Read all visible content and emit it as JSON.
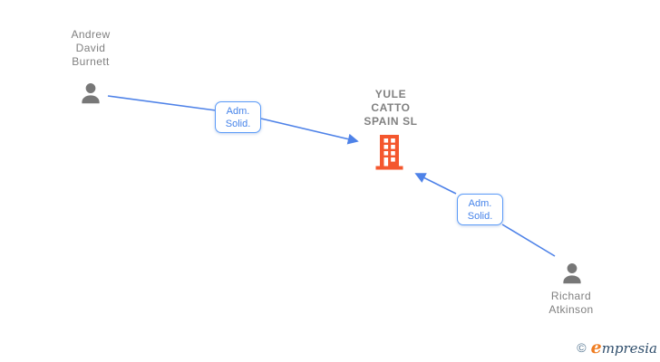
{
  "colors": {
    "node_text": "#808080",
    "person_icon": "#777777",
    "company_icon": "#f4572e",
    "edge_line": "#4e82e8",
    "edge_label_border": "#5b9bf8",
    "edge_label_text": "#4583ea",
    "logo_copyright": "#5b7b95",
    "logo_e": "#ef7d22",
    "logo_rest": "#2e4d6b"
  },
  "diagram": {
    "nodes": [
      {
        "id": "person-andrew",
        "type": "person",
        "lines": [
          "Andrew",
          "David",
          "Burnett"
        ]
      },
      {
        "id": "company-yule-catto",
        "type": "company",
        "lines": [
          "YULE",
          "CATTO",
          "SPAIN SL"
        ]
      },
      {
        "id": "person-richard",
        "type": "person",
        "lines": [
          "Richard",
          "Atkinson"
        ]
      }
    ],
    "edges": [
      {
        "from": "person-andrew",
        "to": "company-yule-catto",
        "label_lines": [
          "Adm.",
          "Solid."
        ]
      },
      {
        "from": "person-richard",
        "to": "company-yule-catto",
        "label_lines": [
          "Adm.",
          "Solid."
        ]
      }
    ]
  },
  "footer": {
    "copyright": "©",
    "brand_first": "e",
    "brand_rest": "mpresia"
  }
}
